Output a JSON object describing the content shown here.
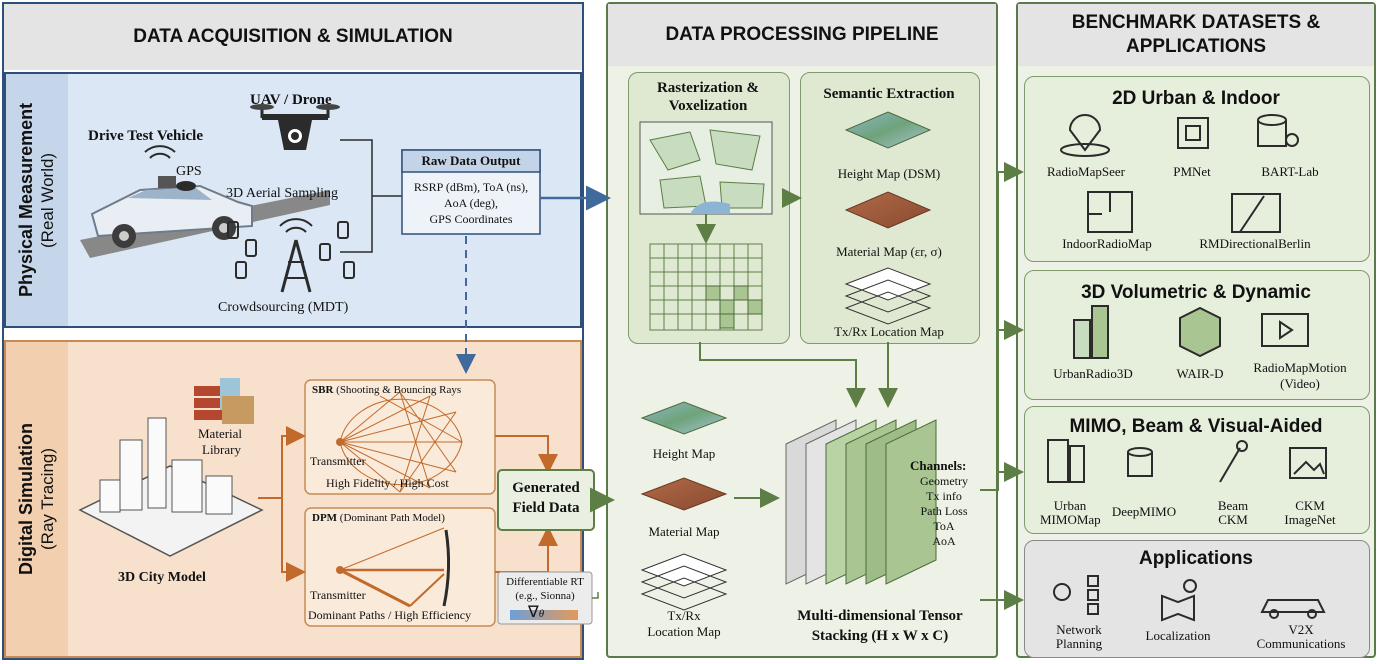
{
  "columns": {
    "acquisition": "DATA ACQUISITION & SIMULATION",
    "processing": "DATA PROCESSING PIPELINE",
    "benchmark_line1": "BENCHMARK DATASETS &",
    "benchmark_line2": "APPLICATIONS"
  },
  "physical": {
    "side_title": "Physical Measurement",
    "side_sub": "(Real World)",
    "uav": "UAV / Drone",
    "drive_test": "Drive Test Vehicle",
    "gps": "GPS",
    "aerial": "3D Aerial Sampling",
    "crowd": "Crowdsourcing (MDT)",
    "raw_title": "Raw Data Output",
    "raw_l1": "RSRP (dBm), ToA (ns),",
    "raw_l2": "AoA (deg),",
    "raw_l3": "GPS Coordinates"
  },
  "digital": {
    "side_title": "Digital Simulation",
    "side_sub": "(Ray Tracing)",
    "material_l1": "Material",
    "material_l2": "Library",
    "city": "3D City Model",
    "sbr_bold": "SBR",
    "sbr_rest": " (Shooting & Bouncing Rays",
    "sbr_tx": "Transmitter",
    "sbr_foot": "High Fidelity / High Cost",
    "dpm_bold": "DPM",
    "dpm_rest": " (Dominant Path Model)",
    "dpm_tx": "Transmitter",
    "dpm_foot": "Dominant Paths / High Efficiency",
    "gen_l1": "Generated",
    "gen_l2": "Field Data",
    "diff_l1": "Differentiable RT",
    "diff_l2": "(e.g., Sionna)",
    "nabla": "∇",
    "theta": "θ"
  },
  "processing": {
    "raster_l1": "Rasterization &",
    "raster_l2": "Voxelization",
    "semantic": "Semantic Extraction",
    "height_dsm": "Height Map (DSM)",
    "material_map_eps": "Material Map (εr, σ)",
    "txrx_loc": "Tx/Rx Location Map",
    "height": "Height Map",
    "material": "Material Map",
    "txrx_l1": "Tx/Rx",
    "txrx_l2": "Location Map",
    "channels_title": "Channels:",
    "channels": [
      "Geometry",
      "Tx info",
      "Path Loss",
      "ToA",
      "AoA"
    ],
    "tensor_l1": "Multi-dimensional Tensor",
    "tensor_l2": "Stacking (H x W x C)"
  },
  "benchmarks": {
    "urban_title": "2D Urban & Indoor",
    "urban_items": [
      "RadioMapSeer",
      "PMNet",
      "BART-Lab",
      "IndoorRadioMap",
      "RMDirectionalBerlin"
    ],
    "volumetric_title": "3D Volumetric & Dynamic",
    "vol_items": [
      "UrbanRadio3D",
      "WAIR-D",
      "RadioMapMotion",
      "(Video)"
    ],
    "mimo_title": "MIMO, Beam & Visual-Aided",
    "mimo_items": [
      "Urban",
      "MIMOMap",
      "DeepMIMO",
      "Beam",
      "CKM",
      "CKM",
      "ImageNet"
    ],
    "apps_title": "Applications",
    "app_items": [
      "Network",
      "Planning",
      "Localization",
      "V2X",
      "Communications"
    ]
  },
  "colors": {
    "header_gray": "#e4e4e4",
    "physical_bg": "#dbe7f4",
    "physical_border": "#2e4f7c",
    "digital_bg": "#f7e1cc",
    "digital_border": "#c98a52",
    "green_panel": "#eef2e6",
    "green_border": "#5a7a4a",
    "arrow_blue": "#3f6a9b",
    "arrow_orange": "#c26a2c",
    "arrow_green": "#5d7e44"
  }
}
